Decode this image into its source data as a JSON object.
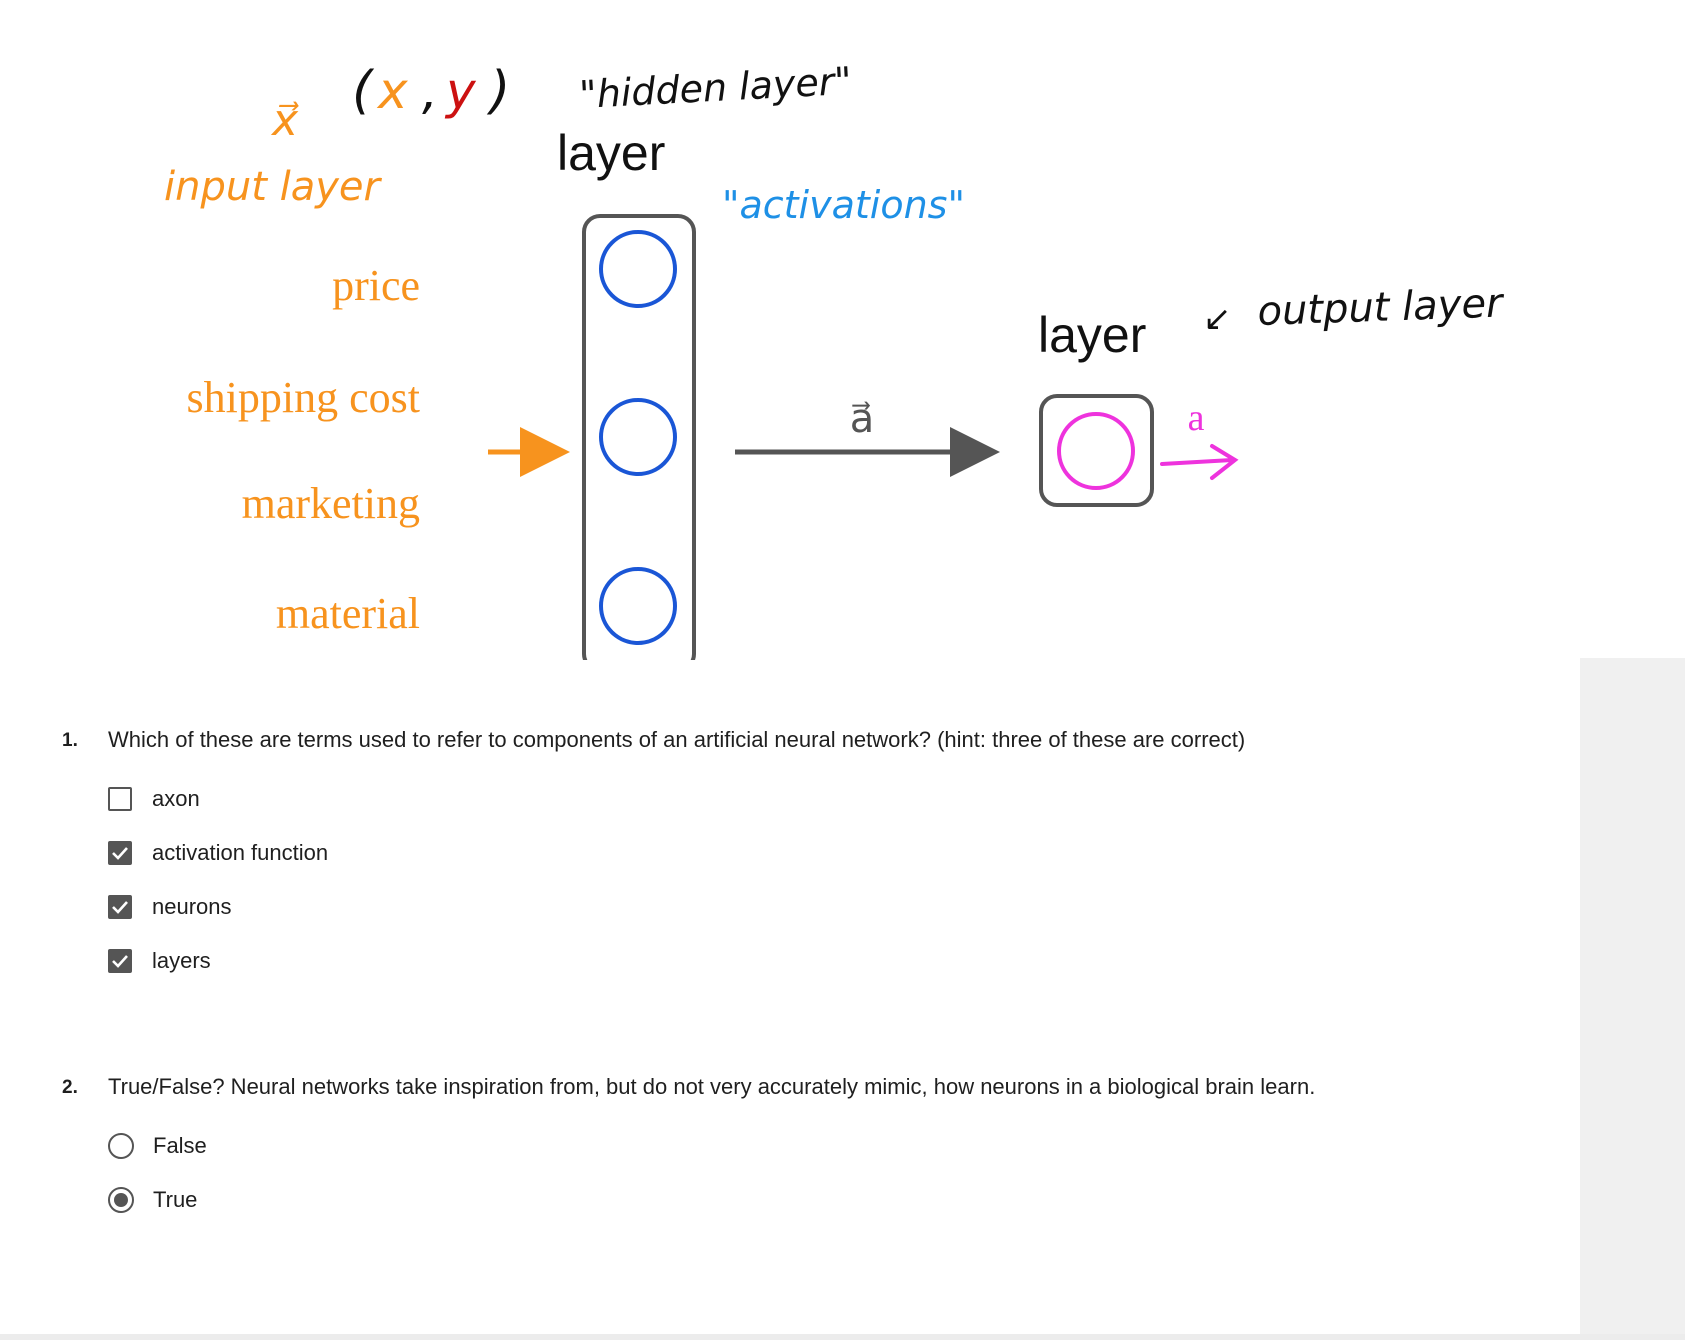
{
  "diagram": {
    "annotations": {
      "x_vector": "x⃗",
      "xy_open": "(",
      "xy_x": "x",
      "xy_comma": ",",
      "xy_y": "y",
      "xy_close": ")",
      "hidden_layer": "\"hidden layer\"",
      "input_layer": "input layer",
      "activations": "\"activations\"",
      "output_layer": "output layer"
    },
    "layer_label_hidden": "layer",
    "layer_label_output": "layer",
    "inputs": [
      "price",
      "shipping cost",
      "marketing",
      "material"
    ],
    "vector_a": "a⃗",
    "output_a": "a",
    "colors": {
      "orange": "#f7931e",
      "red": "#cc1111",
      "blue": "#1e90e6",
      "neuron_blue": "#1a56d6",
      "magenta": "#ee33dd",
      "frame": "#555555"
    }
  },
  "questions": [
    {
      "number": "1.",
      "text": "Which of these are terms used to refer to components of an artificial neural network? (hint: three of these are correct)",
      "type": "checkbox",
      "options": [
        {
          "label": "axon",
          "checked": false
        },
        {
          "label": "activation function",
          "checked": true
        },
        {
          "label": "neurons",
          "checked": true
        },
        {
          "label": "layers",
          "checked": true
        }
      ]
    },
    {
      "number": "2.",
      "text": "True/False? Neural networks take inspiration from, but do not very accurately mimic, how neurons in a biological brain learn.",
      "type": "radio",
      "options": [
        {
          "label": "False",
          "checked": false
        },
        {
          "label": "True",
          "checked": true
        }
      ]
    }
  ]
}
